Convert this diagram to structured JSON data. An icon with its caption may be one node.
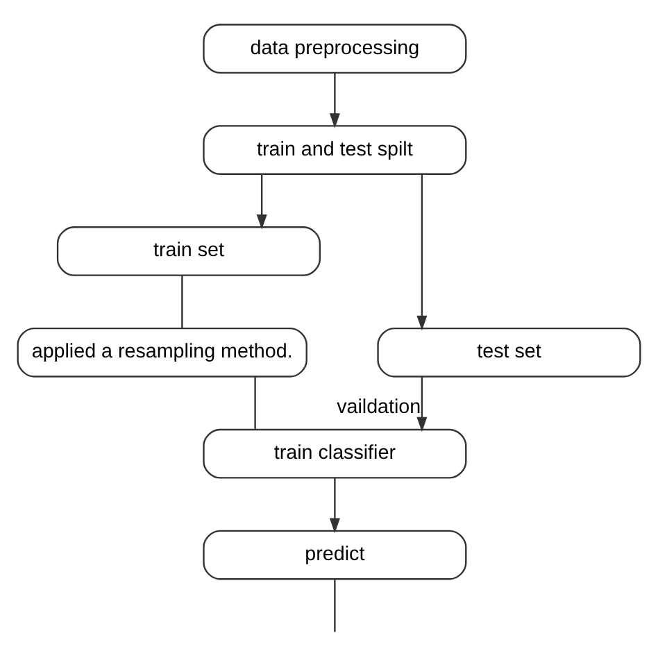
{
  "diagram": {
    "nodes": [
      {
        "text": [
          "data preprocessing"
        ]
      },
      {
        "text": [
          "train and test spilt"
        ]
      },
      {
        "text": [
          "train set"
        ]
      },
      {
        "text": [
          "test set"
        ]
      },
      {
        "text": [
          "applied a resampling method."
        ]
      },
      {
        "text": [
          "train classifier"
        ]
      },
      {
        "text": [
          "predict"
        ]
      }
    ],
    "edges": [
      {
        "from": 0,
        "to": 1,
        "arrow": "to"
      },
      {
        "from": 1,
        "to": 2,
        "arrow": "to"
      },
      {
        "from": 1,
        "to": 3,
        "arrow": "to"
      },
      {
        "from": 2,
        "to": 4,
        "arrow": "none"
      },
      {
        "from": 4,
        "to": 5,
        "arrow": "none"
      },
      {
        "from": 3,
        "to": 5,
        "arrow": "to",
        "label": "vaildation"
      },
      {
        "from": 5,
        "to": 6,
        "arrow": "to"
      },
      {
        "from": 6,
        "to": null,
        "arrow": "none"
      }
    ]
  }
}
